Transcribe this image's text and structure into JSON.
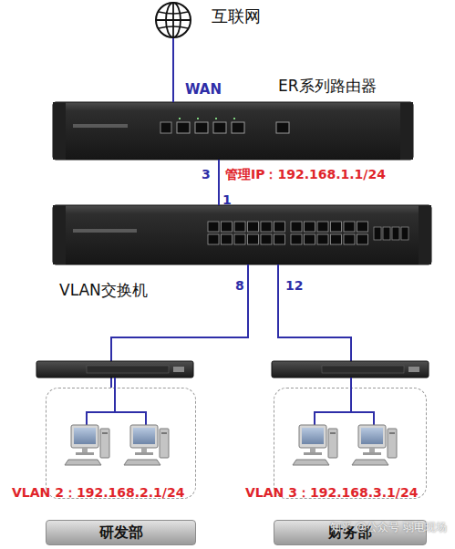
{
  "diagram": {
    "nodes": [
      {
        "text": [
          "互联网"
        ]
      },
      {
        "text": [
          "ER系列路由器"
        ]
      },
      {
        "text": [
          "VLAN交换机"
        ]
      },
      {
        "text": [
          "VLAN 2：192.168.2.1/24"
        ]
      },
      {
        "text": [
          "研发部"
        ]
      },
      {
        "text": [
          "VLAN 3：192.168.3.1/24"
        ]
      },
      {
        "text": [
          "财务部"
        ]
      }
    ],
    "edges": [
      {
        "from": 0,
        "to": 1,
        "arrow": "none",
        "label": "WAN"
      },
      {
        "from": 1,
        "to": 2,
        "arrow": "none"
      },
      {
        "from": 2,
        "to": 3,
        "arrow": "none"
      },
      {
        "from": 2,
        "to": 5,
        "arrow": "none"
      }
    ],
    "labels": [
      "3",
      "管理IP：192.168.1.1/24",
      "1",
      "8",
      "12",
      "知乎 @公众号 弱电现场"
    ]
  }
}
